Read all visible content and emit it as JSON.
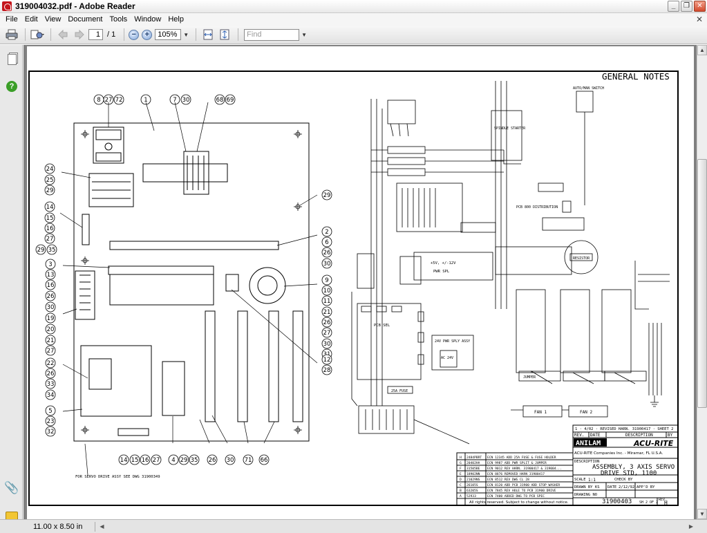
{
  "window": {
    "title": "319004032.pdf - Adobe Reader",
    "buttons": {
      "minimize": "_",
      "restore": "❐",
      "close": "✕"
    }
  },
  "menu": {
    "items": [
      "File",
      "Edit",
      "View",
      "Document",
      "Tools",
      "Window",
      "Help"
    ],
    "close_doc": "✕"
  },
  "toolbar": {
    "page_current": "1",
    "page_total": "/ 1",
    "zoom": "105%",
    "find_placeholder": "Find"
  },
  "status": {
    "page_size": "11.00 x 8.50 in"
  },
  "drawing": {
    "general_notes": "GENERAL NOTES",
    "title_block": {
      "brand_left": "ANILAM",
      "brand_right": "ACU-RITE",
      "company_line": "ACU-RITE Companies Inc. - Miramar, FL U.S.A.",
      "description_label": "DESCRIPTION",
      "description_line1": "ASSEMBLY, 3 AXIS SERVO",
      "description_line2": "DRIVE STD, 1100",
      "drawing_no_label": "DRAWING NO",
      "drawing_no": "31900403",
      "sheet": "SH 2 OF 2",
      "rev_label": "REV.",
      "rev": "H",
      "scale_label": "SCALE",
      "scale": "1:1",
      "drawn_by_label": "DRAWN BY",
      "drawn_by": "KS",
      "date_label": "DATE",
      "date": "2/12/92",
      "check_by_label": "CHECK BY",
      "appd_label": "APP'D BY",
      "rights": "All rights reserved. Subject to change without notice.",
      "rev_header": [
        "REV.",
        "DATE",
        "DESCRIPTION",
        "BY"
      ]
    },
    "revisions": [
      {
        "rev": "H",
        "ecn": "2484PBRT",
        "desc": "ECN 12345 ADD 25A FUSE & FUSE HOLDER"
      },
      {
        "rev": "G",
        "ecn": "20402HA",
        "desc": "ECN 9987 ADD PWR SPLIT & JUMPER"
      },
      {
        "rev": "F",
        "ecn": "31505BE",
        "desc": "ECN 9012 REV HARN. 31900417 & 319004..."
      },
      {
        "rev": "E",
        "ecn": "18902NN",
        "desc": "ECN 8876 REMOVED HARN 31900417"
      },
      {
        "rev": "D",
        "ecn": "21029NS",
        "desc": "ECN 8512 REV DWG CL 28"
      },
      {
        "rev": "C",
        "ecn": "26105S",
        "desc": "ECN 8120 ADD PCB 31900 ADD STOP WASHER"
      },
      {
        "rev": "B",
        "ecn": "63205S",
        "desc": "ECN 7845 REV HOLE TO PCB 31900 DRIVE"
      },
      {
        "rev": "A",
        "ecn": "52933",
        "desc": "ECN 7400 ADDED DWG TO PCB SPEC"
      }
    ],
    "balloons_top": [
      "8",
      "27",
      "72",
      "1",
      "7",
      "30",
      "68",
      "69"
    ],
    "balloons_left": [
      "24",
      "25",
      "29",
      "14",
      "15",
      "16",
      "27",
      "29",
      "35",
      "3",
      "13",
      "16",
      "26",
      "30",
      "19",
      "20",
      "21",
      "27",
      "22",
      "26",
      "33",
      "34",
      "5",
      "23",
      "32"
    ],
    "balloons_right": [
      "29",
      "2",
      "6",
      "26",
      "30",
      "9",
      "10",
      "11",
      "21",
      "26",
      "27",
      "30",
      "31",
      "12",
      "28"
    ],
    "balloons_bottom": [
      "14",
      "15",
      "16",
      "27",
      "4",
      "29",
      "35",
      "26",
      "30",
      "71",
      "66"
    ],
    "note_drive_assy": "FOR SERVO DRIVE ASSY SEE DWG 31900349",
    "schematic_labels": {
      "pcb_sel": "PCB SEL",
      "pwr_spl": "PWR SPL",
      "volt": "+5V, +/-12V",
      "pcb_bd": "PCB 800 DISTRIBUTION",
      "resistor": "RESISTOR",
      "pwr_supply_24": "24V PWR SPLY ASSY",
      "fan1": "FAN 1",
      "fan2": "FAN 2",
      "fuse": "25A FUSE",
      "jumper": "JUMPER",
      "ac24": "AC 24V",
      "auto_man": "AUTO/MAN SWITCH",
      "spindle": "SPINDLE STARTER"
    }
  }
}
